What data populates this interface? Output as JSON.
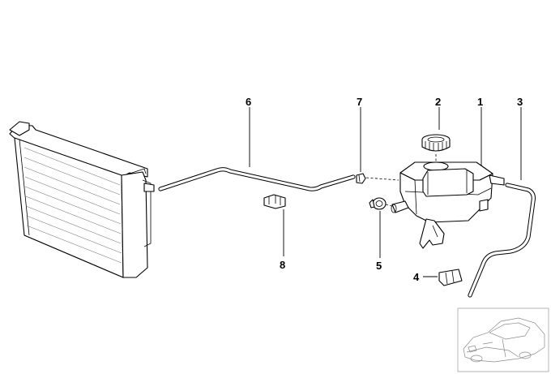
{
  "diagram": {
    "callouts": [
      {
        "id": "1",
        "label": "1"
      },
      {
        "id": "2",
        "label": "2"
      },
      {
        "id": "3",
        "label": "3"
      },
      {
        "id": "4",
        "label": "4"
      },
      {
        "id": "5",
        "label": "5"
      },
      {
        "id": "6",
        "label": "6"
      },
      {
        "id": "7",
        "label": "7"
      },
      {
        "id": "8",
        "label": "8"
      }
    ],
    "line_color": "#000000",
    "background": "#ffffff",
    "thumbnail_border": "#b5b5b5"
  }
}
